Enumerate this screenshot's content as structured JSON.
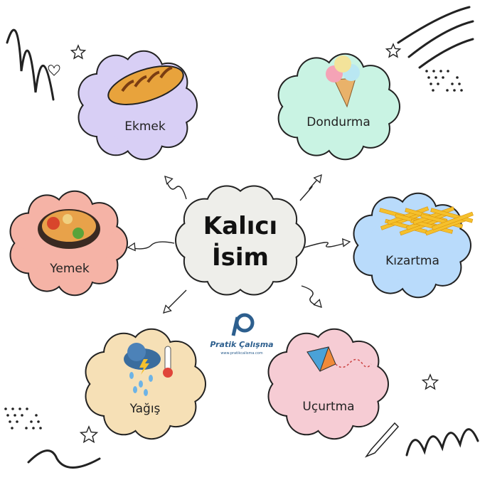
{
  "center": {
    "line1": "Kalıcı",
    "line2": "İsim",
    "color": "#eeeeea"
  },
  "nodes": [
    {
      "label": "Ekmek",
      "color": "#d8cff5",
      "icon": "bread-icon"
    },
    {
      "label": "Dondurma",
      "color": "#c9f3e3",
      "icon": "ice-cream-icon"
    },
    {
      "label": "Yemek",
      "color": "#f5b3a6",
      "icon": "food-bowl-icon"
    },
    {
      "label": "Kızartma",
      "color": "#b9dbfb",
      "icon": "fries-icon"
    },
    {
      "label": "Yağış",
      "color": "#f6e0b6",
      "icon": "rain-cloud-icon"
    },
    {
      "label": "Uçurtma",
      "color": "#f6ccd4",
      "icon": "kite-icon"
    }
  ],
  "logo": {
    "name": "Pratik Çalışma",
    "url": "www.pratikcalisma.com",
    "color": "#2d5f8e"
  }
}
